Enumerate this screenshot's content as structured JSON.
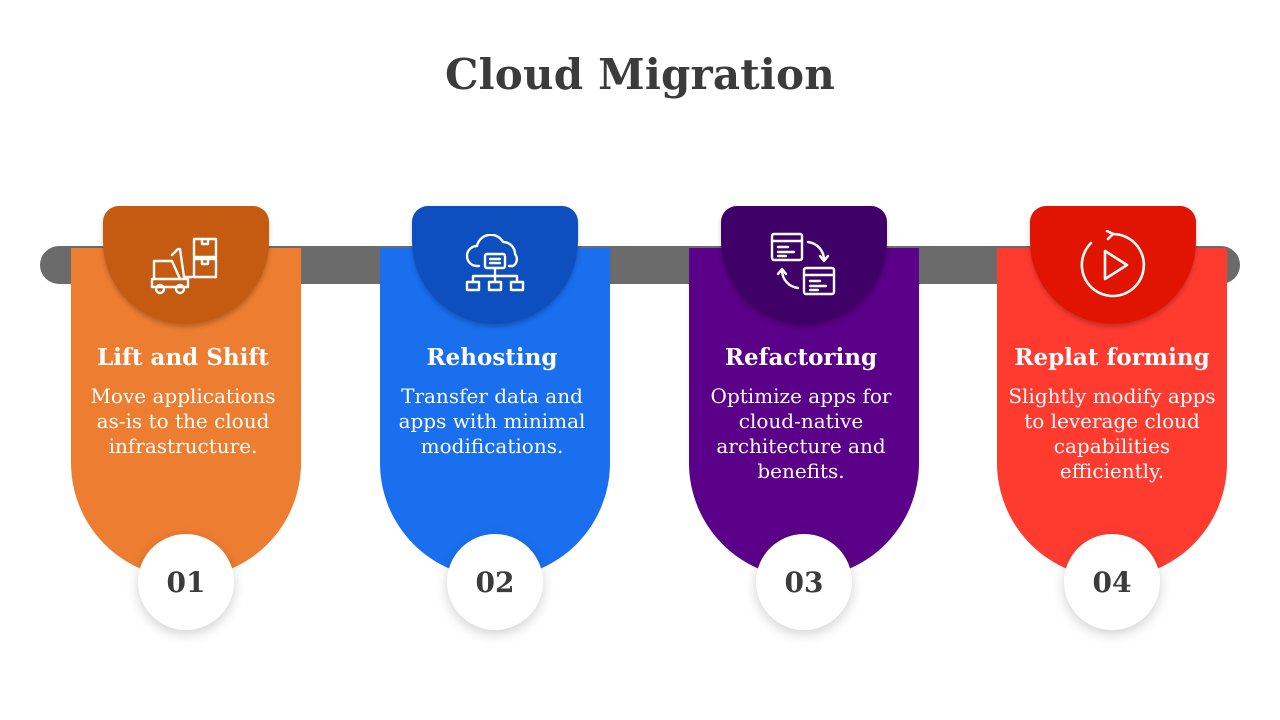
{
  "title": "Cloud Migration",
  "steps": [
    {
      "number": "01",
      "heading": "Lift and Shift",
      "description": "Move applications as-is to the cloud infrastructure.",
      "color": "#ED7D31",
      "tab_color": "#C55A11",
      "icon": "forklift-boxes-icon"
    },
    {
      "number": "02",
      "heading": "Rehosting",
      "description": "Transfer data and apps with minimal modifications.",
      "color": "#1A6FEF",
      "tab_color": "#0D4FBF",
      "icon": "cloud-network-icon"
    },
    {
      "number": "03",
      "heading": "Refactoring",
      "description": "Optimize apps for cloud-native architecture and benefits.",
      "color": "#5B0088",
      "tab_color": "#3F0068",
      "icon": "window-transfer-icon"
    },
    {
      "number": "04",
      "heading": "Replat forming",
      "description": "Slightly modify apps to leverage cloud capabilities efficiently.",
      "color": "#FF3B30",
      "tab_color": "#E01400",
      "icon": "play-refresh-icon"
    }
  ]
}
